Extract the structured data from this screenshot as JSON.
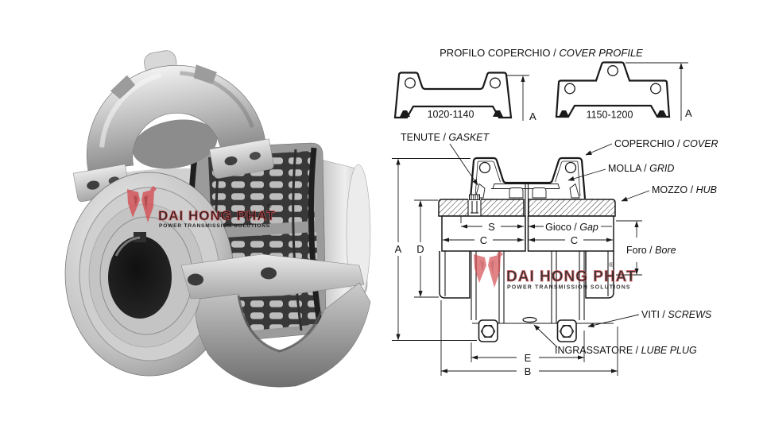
{
  "watermark": {
    "brand": "DAI HONG PHAT",
    "registered": "®",
    "tagline": "POWER TRANSMISSION SOLUTIONS",
    "accent_color": "#d5494e",
    "fill_color": "#f3d4d4",
    "tagline_color": "#b5b5b5"
  },
  "profile_section": {
    "title": {
      "primary": "PROFILO COPERCHIO / ",
      "secondary": "COVER PROFILE"
    },
    "left_profile_range": "1020-1140",
    "right_profile_range": "1150-1200"
  },
  "part_labels": {
    "gasket": {
      "primary": "TENUTE / ",
      "secondary": "GASKET"
    },
    "cover": {
      "primary": "COPERCHIO / ",
      "secondary": "COVER"
    },
    "grid": {
      "primary": "MOLLA / ",
      "secondary": "GRID"
    },
    "hub": {
      "primary": "MOZZO / ",
      "secondary": "HUB"
    },
    "bore": {
      "primary": "Foro / ",
      "secondary": "Bore"
    },
    "screws": {
      "primary": "VITI / ",
      "secondary": "SCREWS"
    },
    "lube_plug": {
      "primary": "INGRASSATORE / ",
      "secondary": "LUBE PLUG"
    },
    "gap": {
      "primary": "Gioco / ",
      "secondary": "Gap"
    }
  },
  "dimensions": {
    "A": "A",
    "B": "B",
    "C": "C",
    "D": "D",
    "E": "E",
    "S": "S"
  },
  "drawing_colors": {
    "line": "#1a1a1a",
    "background": "#ffffff"
  }
}
